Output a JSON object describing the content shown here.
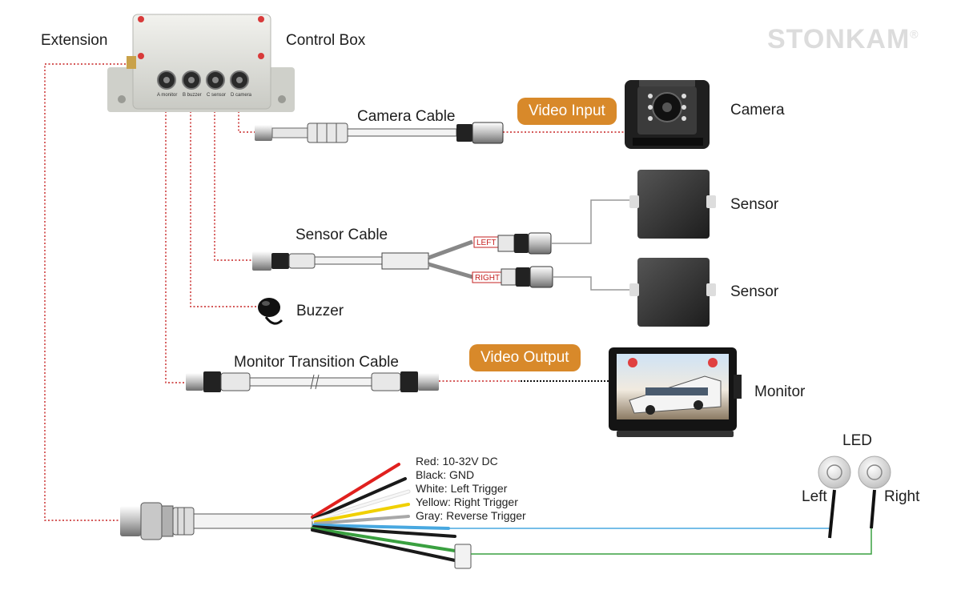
{
  "brand": {
    "name": "STONKAM",
    "mark": "®"
  },
  "labels": {
    "extension": "Extension",
    "control_box": "Control Box",
    "camera_cable": "Camera Cable",
    "camera": "Camera",
    "sensor_cable": "Sensor Cable",
    "sensor_1": "Sensor",
    "sensor_2": "Sensor",
    "buzzer": "Buzzer",
    "monitor_transition_cable": "Monitor Transition Cable",
    "monitor": "Monitor",
    "led": "LED",
    "led_left": "Left",
    "led_right": "Right"
  },
  "badges": {
    "video_input": "Video Input",
    "video_output": "Video Output"
  },
  "sensor_tags": {
    "left": "LEFT",
    "right": "RIGHT"
  },
  "control_box_ports": [
    "A monitor",
    "B buzzer",
    "C sensor",
    "D camera"
  ],
  "wires": [
    {
      "label": "Red: 10-32V DC",
      "color": "#e0201e"
    },
    {
      "label": "Black: GND",
      "color": "#1a1a1a"
    },
    {
      "label": "White: Left Trigger",
      "color": "#f4f4f4"
    },
    {
      "label": "Yellow: Right Trigger",
      "color": "#f0d000"
    },
    {
      "label": "Gray: Reverse Trigger",
      "color": "#a8a8a8"
    }
  ],
  "colors": {
    "accent": "#d8892a",
    "signal_line": "#c62020",
    "led_wire_blue": "#48a8e0",
    "led_wire_green": "#3aa040"
  }
}
